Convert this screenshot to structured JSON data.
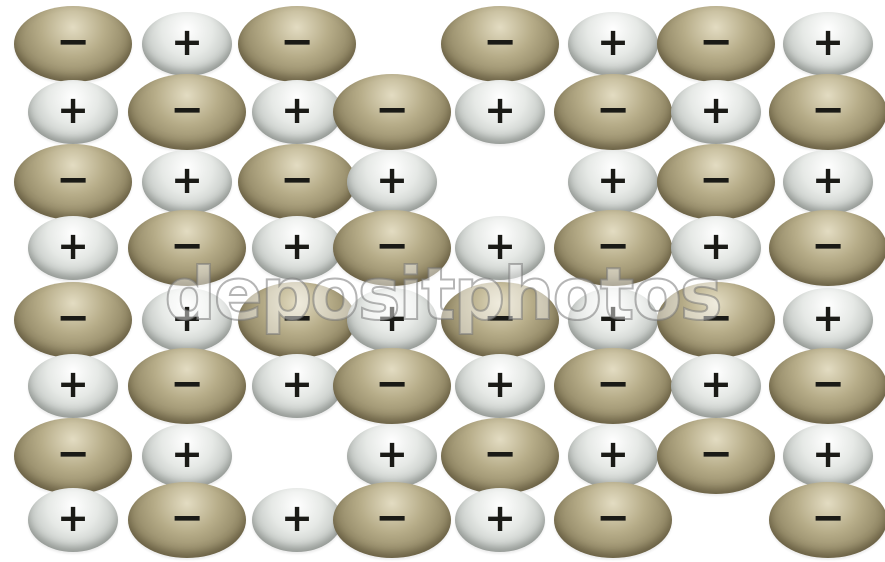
{
  "image": {
    "watermark": "depositphotos",
    "colors": {
      "negative_charge": "#a39a74",
      "positive_charge": "#dfe2df",
      "sign": "#1a1a16",
      "background": "#ffffff"
    },
    "rows": [
      [
        "neg",
        "pos",
        "neg",
        null,
        "neg",
        "pos",
        "neg",
        "pos"
      ],
      [
        "pos",
        "neg",
        "pos",
        "neg",
        "pos",
        "neg",
        "pos",
        "neg"
      ],
      [
        "neg",
        "pos",
        "neg",
        "pos",
        null,
        "pos",
        "neg",
        "pos"
      ],
      [
        "pos",
        "neg",
        "pos",
        "neg",
        "pos",
        "neg",
        "pos",
        "neg"
      ],
      [
        "neg",
        "pos",
        "neg",
        "pos",
        "neg",
        "pos",
        "neg",
        "pos"
      ],
      [
        "pos",
        "neg",
        "pos",
        "neg",
        "pos",
        "neg",
        "pos",
        "neg"
      ],
      [
        "neg",
        "pos",
        null,
        "pos",
        "neg",
        "pos",
        "neg",
        "pos"
      ],
      [
        "pos",
        "neg",
        "pos",
        "neg",
        "pos",
        "neg",
        null,
        "neg"
      ]
    ],
    "signs": {
      "neg": "−",
      "pos": "+"
    }
  }
}
